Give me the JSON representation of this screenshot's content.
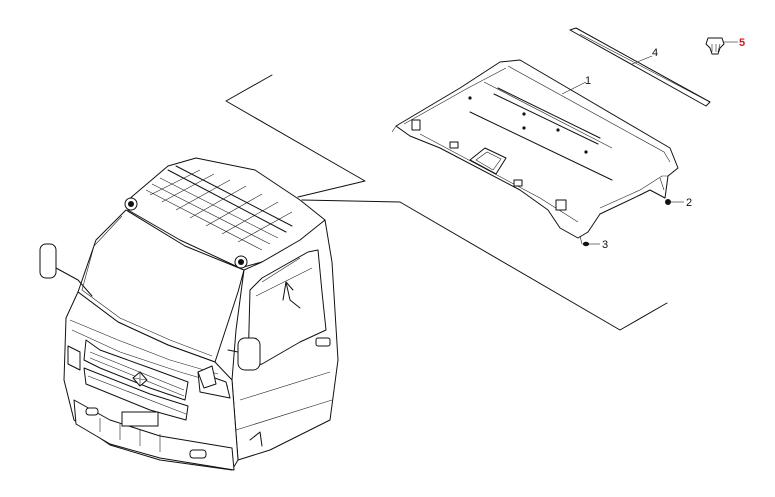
{
  "callouts": [
    {
      "id": "1",
      "label": "1"
    },
    {
      "id": "2",
      "label": "2"
    },
    {
      "id": "3",
      "label": "3"
    },
    {
      "id": "4",
      "label": "4"
    },
    {
      "id": "5",
      "label": "5",
      "color": "#d21a1a"
    }
  ],
  "colors": {
    "line": "#111111",
    "highlight": "#d21a1a",
    "background": "#ffffff"
  }
}
